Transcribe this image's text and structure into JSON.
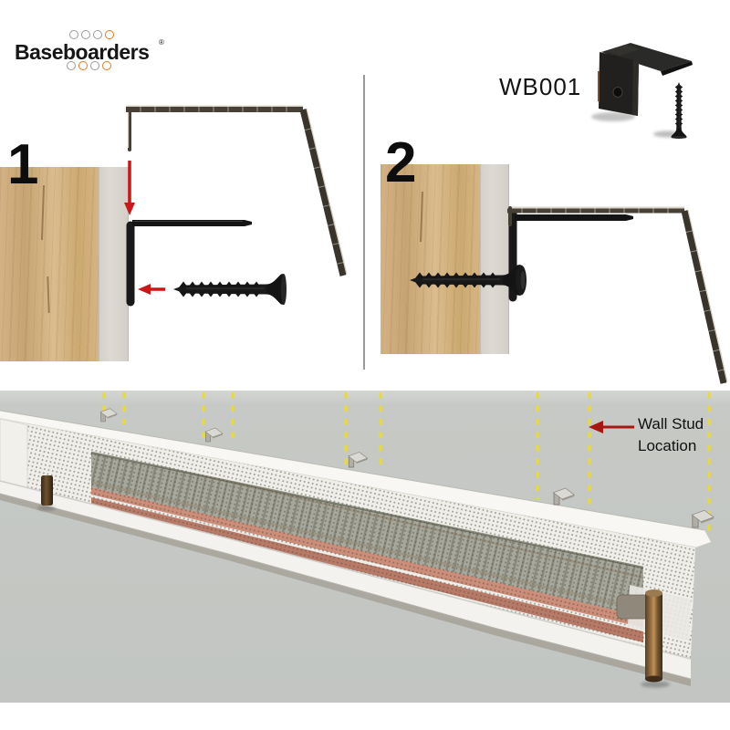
{
  "brand": {
    "name": "Baseboarders",
    "trademark": "®"
  },
  "product": {
    "code": "WB001"
  },
  "steps": [
    {
      "number": "1"
    },
    {
      "number": "2"
    }
  ],
  "diagram": {
    "wall_stud_label": "Wall Stud Location"
  },
  "icons": {
    "down_arrow": "red-down-arrow-icon",
    "left_arrow": "red-left-arrow-icon",
    "stud_pointer": "dark-red-left-arrow-icon"
  },
  "colors": {
    "step_arrow_red": "#cc1717",
    "stud_arrow_red": "#a81812",
    "stud_line_yellow": "#e9dd28",
    "logo_orange": "#e8791f",
    "wall_gray": "#c3c6c2",
    "floor_tan": "#ab9579"
  }
}
